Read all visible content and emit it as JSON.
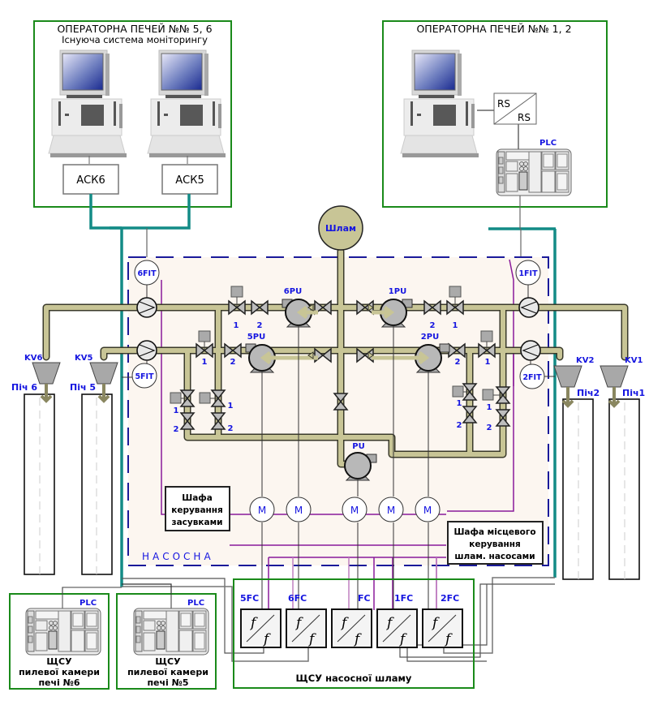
{
  "operator_room_56": {
    "title": "ОПЕРАТОРНА ПЕЧЕЙ №№ 5, 6",
    "subtitle": "Існуюча система моніторингу",
    "ack_left": "АСК6",
    "ack_right": "АСК5"
  },
  "operator_room_12": {
    "title": "ОПЕРАТОРНА ПЕЧЕЙ №№ 1, 2",
    "rs_top": "RS",
    "rs_bottom": "RS",
    "plc_label": "PLC"
  },
  "tank": {
    "label": "Шлам"
  },
  "pump_room": {
    "label": "НАСОСНА"
  },
  "flowmeters": {
    "fit6": "6FIT",
    "fit5": "5FIT",
    "fit1": "1FIT",
    "fit2": "2FIT"
  },
  "pumps": {
    "pu6": "6PU",
    "pu5": "5PU",
    "pu1": "1PU",
    "pu2": "2PU",
    "pu": "PU"
  },
  "valve_numbers": {
    "one": "1",
    "two": "2"
  },
  "control_valves": {
    "kv6": "KV6",
    "kv5": "KV5",
    "kv2": "KV2",
    "kv1": "KV1"
  },
  "furnaces": {
    "f6": "Піч 6",
    "f5": "Піч 5",
    "f2": "Піч2",
    "f1": "Піч1"
  },
  "motors": {
    "label": "M"
  },
  "gate_cabinet": {
    "line1": "Шафа",
    "line2": "керування",
    "line3": "засувками"
  },
  "local_cabinet": {
    "line1": "Шафа місцевого",
    "line2": "керування",
    "line3": "шлам. насосами"
  },
  "frequency_converters": [
    "5FC",
    "6FC",
    "FC",
    "1FC",
    "2FC"
  ],
  "fc_symbol": "f",
  "fc_panel": {
    "label": "ЩСУ насосної шламу"
  },
  "dust_chamber_6": {
    "plc": "PLC",
    "line1": "ЩСУ",
    "line2": "пилевої камери",
    "line3": "печі №6"
  },
  "dust_chamber_5": {
    "plc": "PLC",
    "line1": "ЩСУ",
    "line2": "пилевої камери",
    "line3": "печі №5"
  },
  "colors": {
    "teal_bus": "#138b86",
    "panel_green": "#1a8a1a",
    "pipe": "#c8c596",
    "purple_signal": "#8a1a9a",
    "label_blue": "#1515e0",
    "pump_room_bg": "#fcf6f0",
    "dash_border": "#1a1a9a"
  }
}
